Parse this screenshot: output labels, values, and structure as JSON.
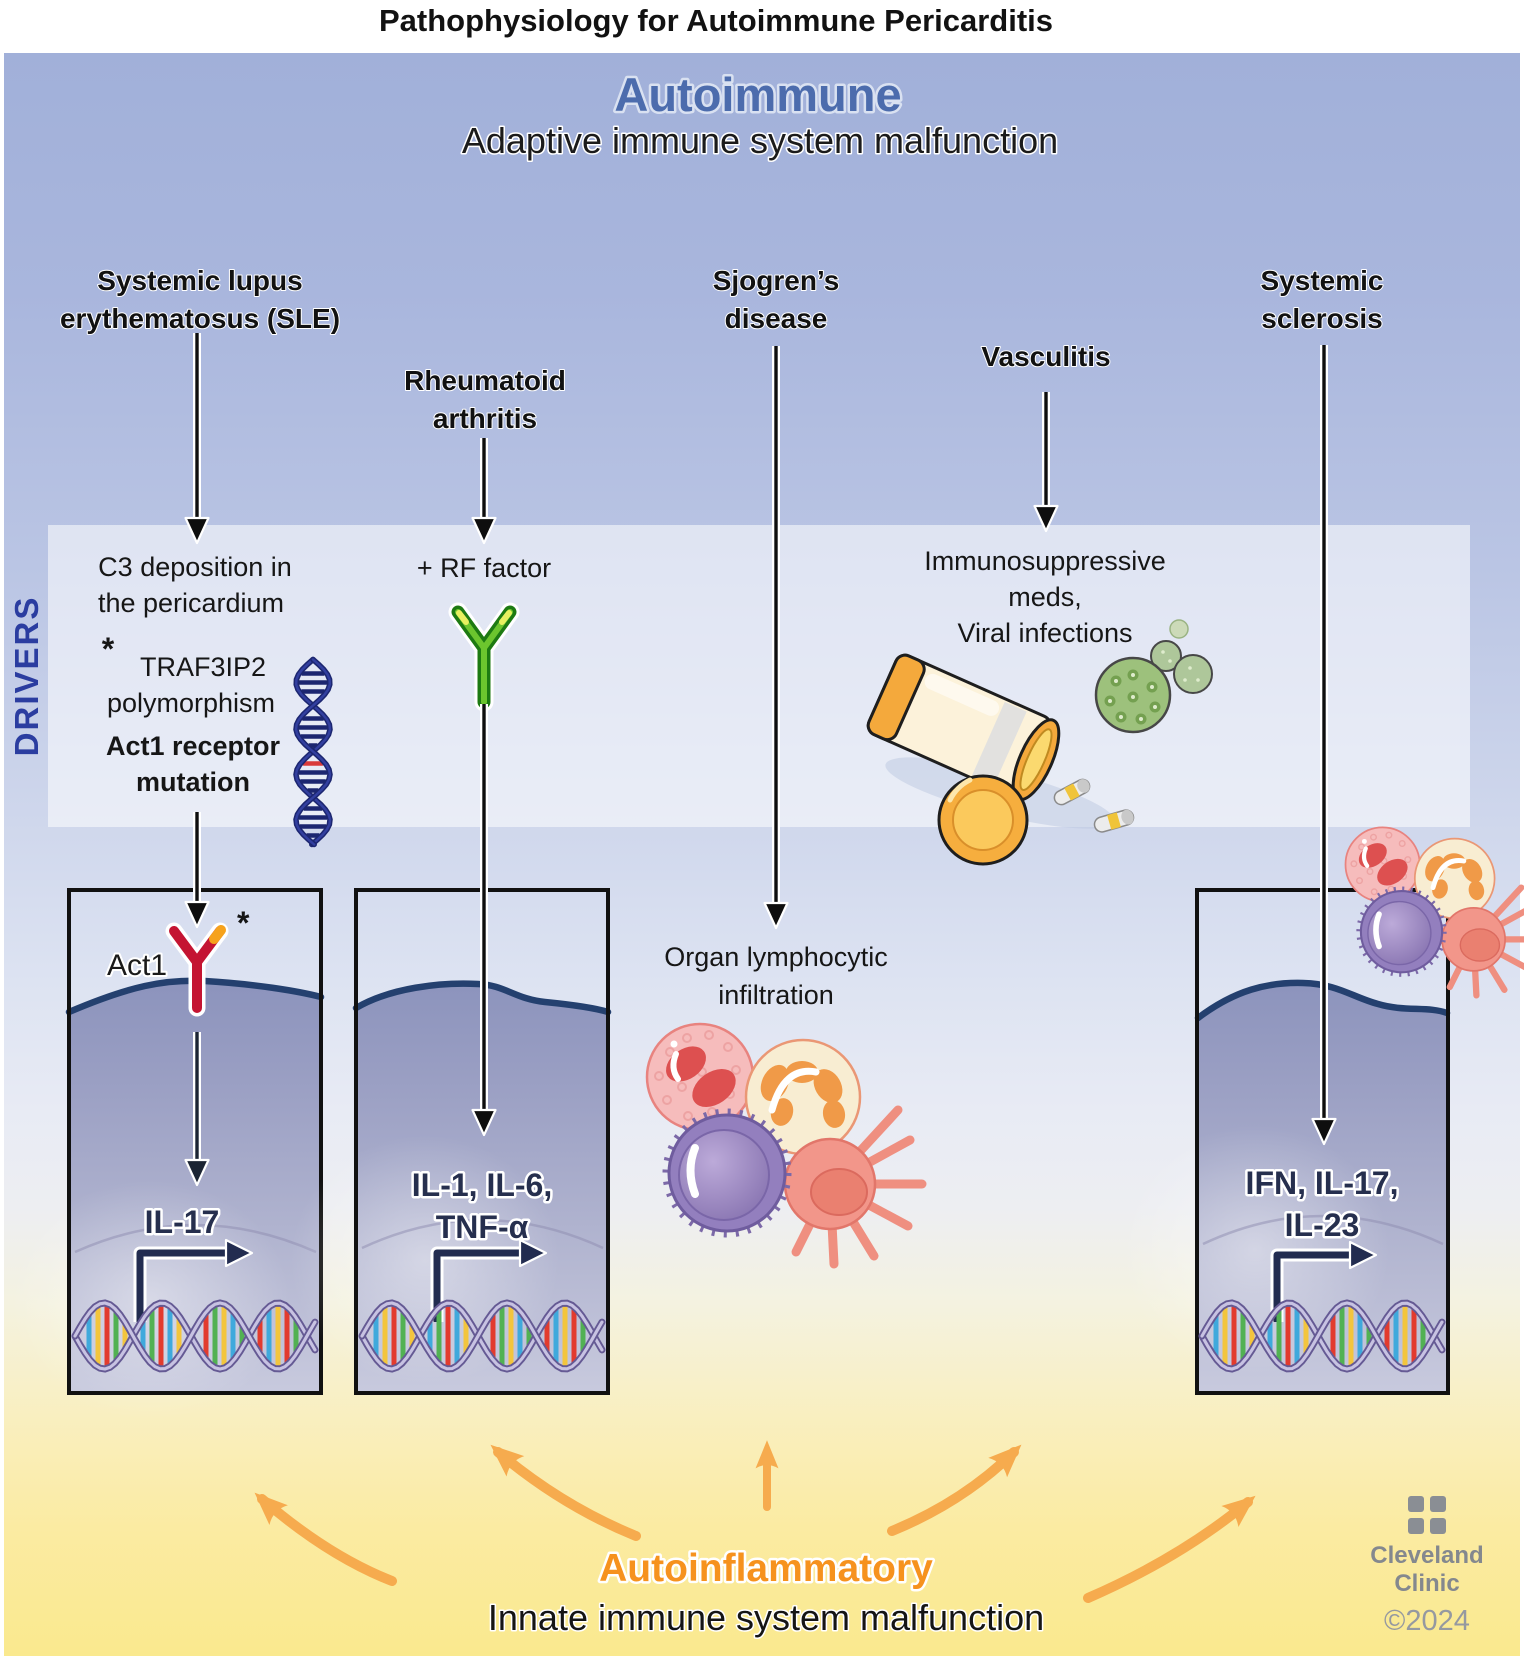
{
  "title": "Pathophysiology for Autoimmune Pericarditis",
  "autoimmune": {
    "heading": "Autoimmune",
    "subheading": "Adaptive immune system malfunction"
  },
  "drivers_band": {
    "label": "DRIVERS",
    "sle_driver": {
      "line1": "C3 deposition in",
      "line2": "the pericardium",
      "asterisk": "*",
      "poly_line1": "TRAF3IP2",
      "poly_line2": "polymorphism",
      "mut_line1": "Act1 receptor",
      "mut_line2": "mutation"
    },
    "ra_driver": {
      "label": "+ RF factor"
    },
    "vasculitis_driver": {
      "line1": "Immunosuppressive",
      "line2": "meds,",
      "line3": "Viral infections"
    }
  },
  "diseases": {
    "sle": {
      "line1": "Systemic lupus",
      "line2": "erythematosus (SLE)"
    },
    "rheumatoid": {
      "line1": "Rheumatoid",
      "line2": "arthritis"
    },
    "sjogrens": {
      "line1": "Sjogren’s",
      "line2": "disease"
    },
    "vasculitis": {
      "label": "Vasculitis"
    },
    "sclerosis": {
      "line1": "Systemic",
      "line2": "sclerosis"
    }
  },
  "pathways": {
    "box1": {
      "receptor_label": "Act1",
      "receptor_mark": "*",
      "cytokine_line1": "IL-17"
    },
    "box2": {
      "cytokine_line1": "IL-1, IL-6,",
      "cytokine_line2": "TNF-α"
    },
    "sjogrens_result": {
      "line1": "Organ lymphocytic",
      "line2": "infiltration"
    },
    "box4": {
      "cytokine_line1": "IFN, IL-17,",
      "cytokine_line2": "IL-23"
    }
  },
  "autoinflammatory": {
    "heading": "Autoinflammatory",
    "subheading": "Innate immune system malfunction"
  },
  "branding": {
    "name_line1": "Cleveland",
    "name_line2": "Clinic",
    "copyright": "©2024"
  },
  "icons": [
    "gene-dna-icon",
    "antibody-icon",
    "pill-bottle-icon",
    "capsule-icon",
    "virus-icon",
    "immune-cell-cluster-icon",
    "act1-receptor-icon",
    "transcription-arrow-icon",
    "dna-helix-icon",
    "cleveland-clinic-logo-icon"
  ],
  "colors": {
    "panel_top": "#a1b0d9",
    "panel_bottom": "#fae98e",
    "autoimmune_heading": "#4c6cad",
    "drivers_label": "#2b3da0",
    "autoinflammatory_heading": "#f6921e",
    "receptor_red": "#c41432",
    "antibody_green": "#4caf2a",
    "dna_navy": "#1c2670",
    "orange_arrow": "#f6ab4e",
    "brand_gray": "#84888e"
  }
}
